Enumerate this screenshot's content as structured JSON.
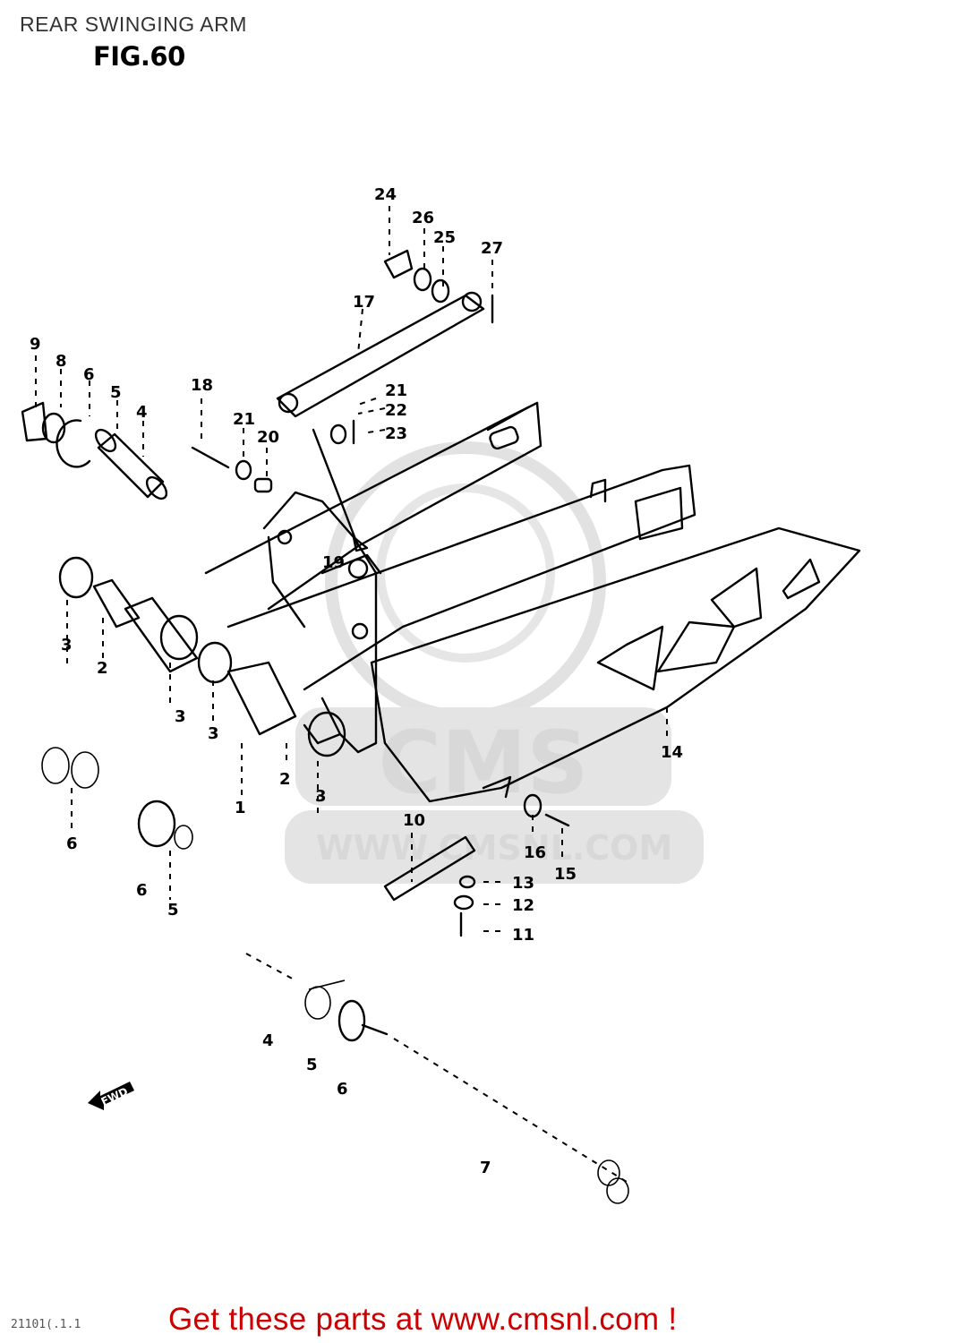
{
  "page": {
    "title": "REAR SWINGING ARM",
    "figure_label": "FIG.60",
    "footer_callout": "Get these parts at www.cmsnl.com !",
    "drawing_code": "21101(.1.1"
  },
  "watermark": {
    "brand": "CMS",
    "url": "WWW.CMSNL.COM"
  },
  "direction_marker": {
    "text": "FWD"
  },
  "diagram": {
    "part_labels": [
      "1",
      "2",
      "3",
      "4",
      "5",
      "6",
      "7",
      "8",
      "9",
      "10",
      "11",
      "12",
      "13",
      "14",
      "15",
      "16",
      "17",
      "18",
      "19",
      "20",
      "21",
      "22",
      "23",
      "24",
      "25",
      "26",
      "27"
    ]
  }
}
